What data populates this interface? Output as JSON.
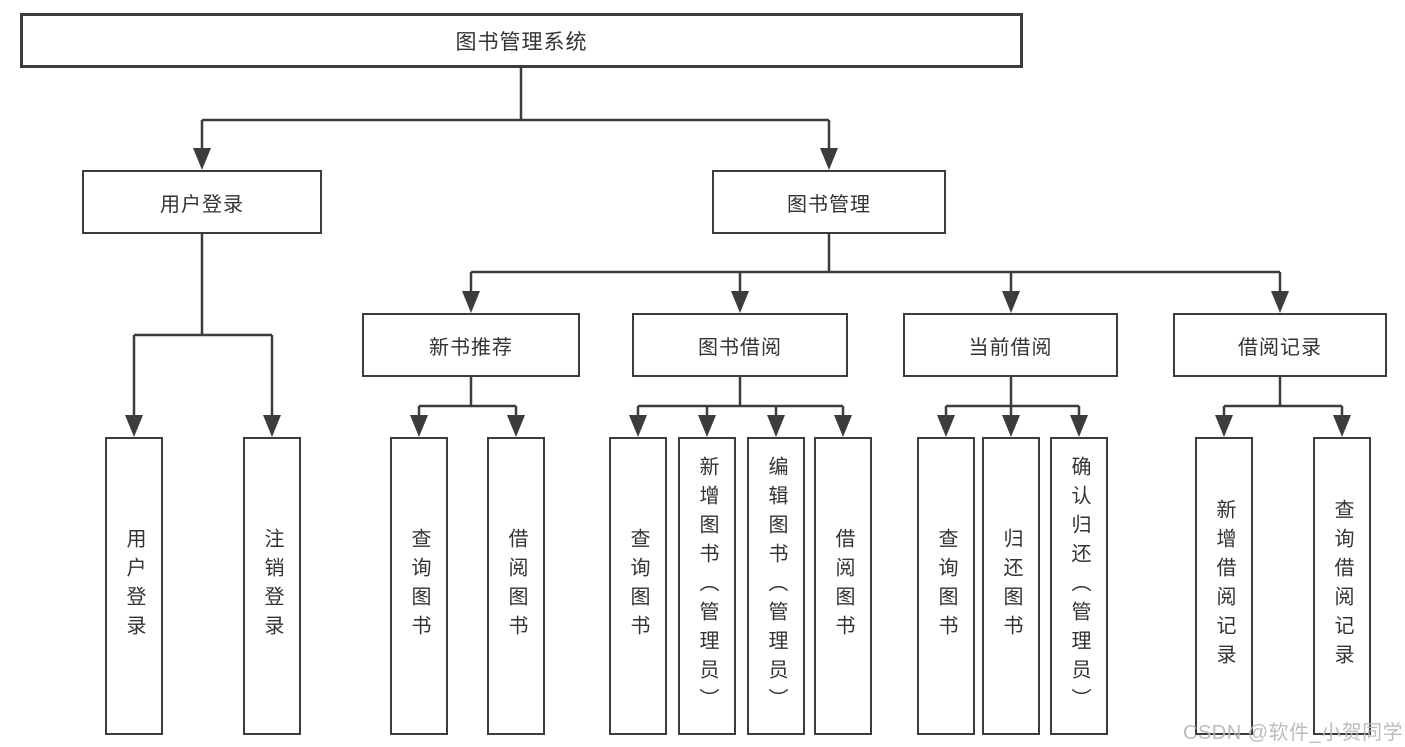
{
  "diagram": {
    "root": {
      "label": "图书管理系统"
    },
    "branches": [
      {
        "label": "用户登录",
        "children": [
          {
            "label": "用户登录"
          },
          {
            "label": "注销登录"
          }
        ]
      },
      {
        "label": "图书管理",
        "children": [
          {
            "label": "新书推荐",
            "children": [
              {
                "label": "查询图书"
              },
              {
                "label": "借阅图书"
              }
            ]
          },
          {
            "label": "图书借阅",
            "children": [
              {
                "label": "查询图书"
              },
              {
                "label": "新增图书（管理员）"
              },
              {
                "label": "编辑图书（管理员）"
              },
              {
                "label": "借阅图书"
              }
            ]
          },
          {
            "label": "当前借阅",
            "children": [
              {
                "label": "查询图书"
              },
              {
                "label": "归还图书"
              },
              {
                "label": "确认归还（管理员）"
              }
            ]
          },
          {
            "label": "借阅记录",
            "children": [
              {
                "label": "新增借阅记录"
              },
              {
                "label": "查询借阅记录"
              }
            ]
          }
        ]
      }
    ]
  },
  "watermark": {
    "text": "CSDN @软件_小贺同学"
  },
  "colors": {
    "line": "#3c3c3c",
    "box_border": "#3c3c3c",
    "text": "#333333",
    "watermark": "#b8b8b8",
    "background": "#ffffff"
  }
}
